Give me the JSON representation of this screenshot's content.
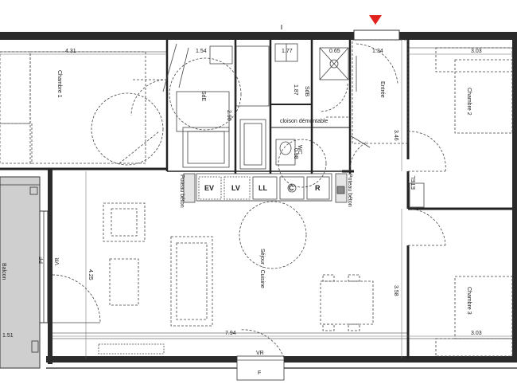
{
  "plan": {
    "entry_marker_color": "#e0211c",
    "rooms": {
      "chambre1": "Chambre 1",
      "chambre2": "Chambre 2",
      "chambre3": "Chambre 3",
      "sde": "SdE",
      "sdb": "SdB",
      "wc": "WC",
      "entree": "Entrée",
      "sejour": "Séjour - Cuisine",
      "balcon": "Balcon"
    },
    "notes": {
      "cloison": "cloison démontable",
      "poteau_left": "Poteau béton",
      "poteau_right": "Poteau béton",
      "pf": "PF",
      "f": "F",
      "vr_left": "VR",
      "vr_bottom": "VR",
      "etel": "ETEL"
    },
    "appliances": {
      "ev": "EV",
      "lv": "LV",
      "ll": "LL",
      "c": "C",
      "r": "R"
    },
    "dimensions": {
      "ch1_width": "4.31",
      "sde_width": "1.54",
      "sdb_width": "1.77",
      "wc_width": "0.65",
      "entree_width": "1.34",
      "ch2_width": "3.03",
      "sde_depth": "2.90",
      "sdb_depth": "1.87",
      "wc_depth": "0.98",
      "ch2_depth": "3.46",
      "sejour_depth": "4.25",
      "ch3_depth": "3.58",
      "balcon_width": "1.51",
      "sejour_width": "7.94",
      "ch3_width": "3.03"
    }
  }
}
